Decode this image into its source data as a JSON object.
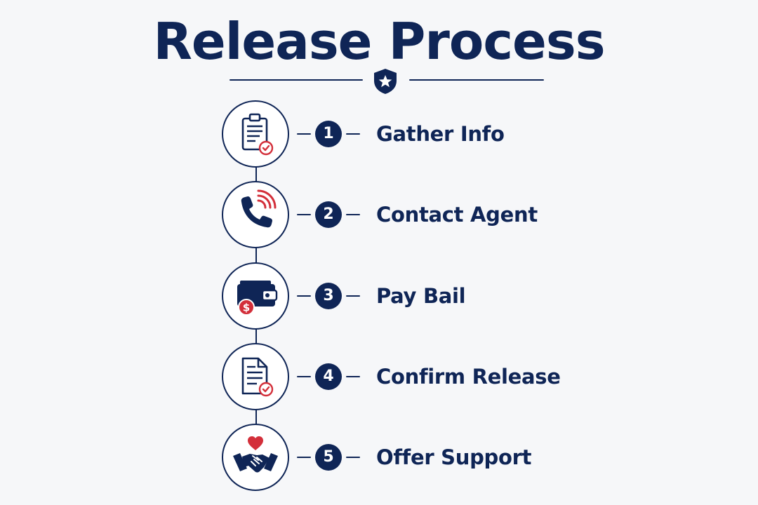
{
  "title": "Release Process",
  "colors": {
    "primary": "#0f2556",
    "accent": "#d32f3a",
    "background": "#f6f7f9",
    "white": "#ffffff"
  },
  "divider": {
    "emblem_icon": "shield-star-icon"
  },
  "steps": [
    {
      "number": "1",
      "label": "Gather Info",
      "icon": "clipboard-check-icon"
    },
    {
      "number": "2",
      "label": "Contact Agent",
      "icon": "phone-signal-icon"
    },
    {
      "number": "3",
      "label": "Pay Bail",
      "icon": "wallet-dollar-icon"
    },
    {
      "number": "4",
      "label": "Confirm Release",
      "icon": "document-check-icon"
    },
    {
      "number": "5",
      "label": "Offer Support",
      "icon": "handshake-heart-icon"
    }
  ]
}
